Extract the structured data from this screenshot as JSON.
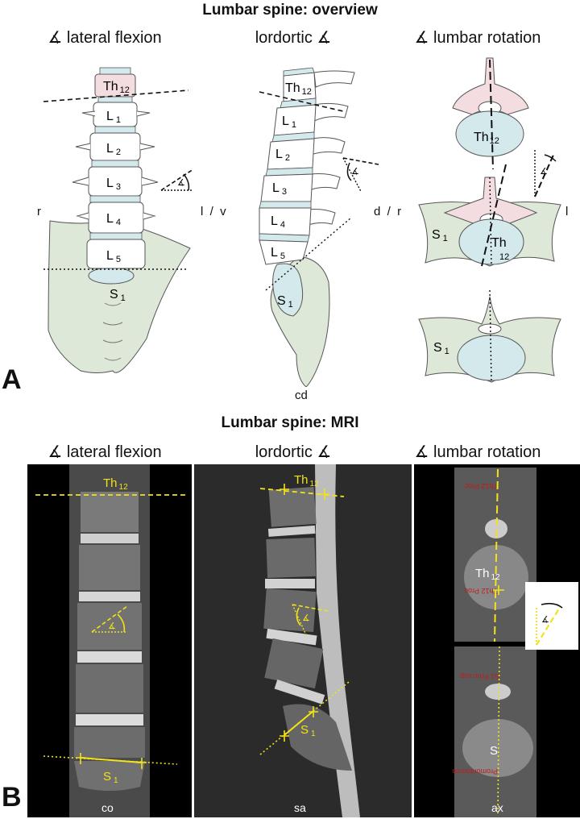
{
  "overview": {
    "title": "Lumbar spine: overview",
    "panel_letter": "A",
    "columns": {
      "lateral": "∡ lateral flexion",
      "lordotic": "lordortic ∡",
      "rotation": "∡ lumbar rotation"
    },
    "side_labels": {
      "r": "r",
      "lv": "l  /  v",
      "dr": "d  /  r",
      "l": "l",
      "cd": "cd"
    },
    "angle_symbol": "∡",
    "vertebrae": {
      "th": "Th",
      "th_sub": "12",
      "l": "L",
      "l_subs": [
        "1",
        "2",
        "3",
        "4",
        "5"
      ],
      "s": "S",
      "s_sub": "1"
    }
  },
  "mri": {
    "title": "Lumbar spine: MRI",
    "panel_letter": "B",
    "view_labels": {
      "co": "co",
      "sa": "sa",
      "ax": "ax"
    },
    "scan_text": {
      "top_upper": "Th12 Proc",
      "top_lower": "Th12 Proc",
      "bottom_upper": "S1 Proc sup",
      "bottom_lower": "Promontorium"
    },
    "overlay_s": "S"
  },
  "colors": {
    "bone": "#ffffff",
    "disc": "#d4e9ec",
    "thoracic": "#f3dde0",
    "sacrum": "#dde8d8",
    "outline": "#555555",
    "overlay": "#f2e21a",
    "scan_text": "#c21b1b"
  }
}
